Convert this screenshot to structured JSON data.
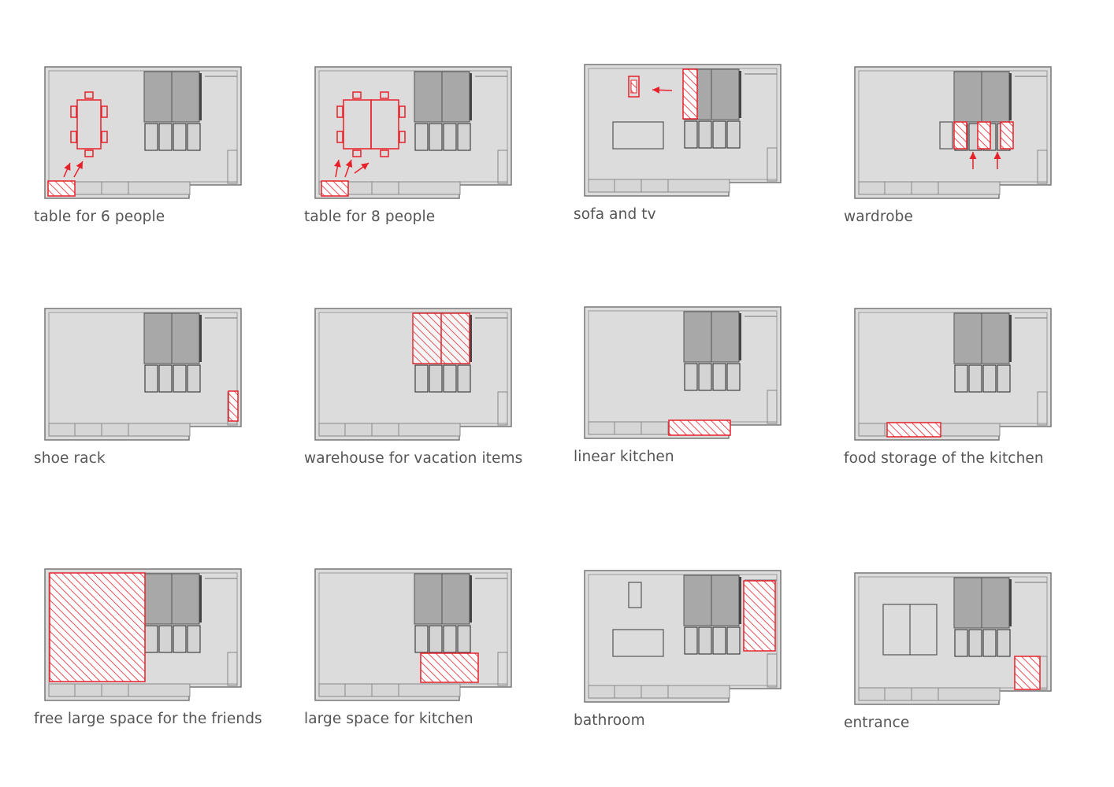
{
  "colors": {
    "accent": "#e8202a",
    "floor": "#dcdcdc",
    "outline": "#777777",
    "block": "#a8a8a8",
    "block_light": "#cfcfcf"
  },
  "panels": [
    {
      "caption": "table for 6 people"
    },
    {
      "caption": "table for 8 people"
    },
    {
      "caption": "sofa and tv"
    },
    {
      "caption": "wardrobe"
    },
    {
      "caption": "shoe rack"
    },
    {
      "caption": "warehouse for vacation items"
    },
    {
      "caption": "linear kitchen"
    },
    {
      "caption": "food storage of the kitchen"
    },
    {
      "caption": "free large space for the friends"
    },
    {
      "caption": "large space for kitchen"
    },
    {
      "caption": "bathroom"
    },
    {
      "caption": "entrance"
    }
  ]
}
